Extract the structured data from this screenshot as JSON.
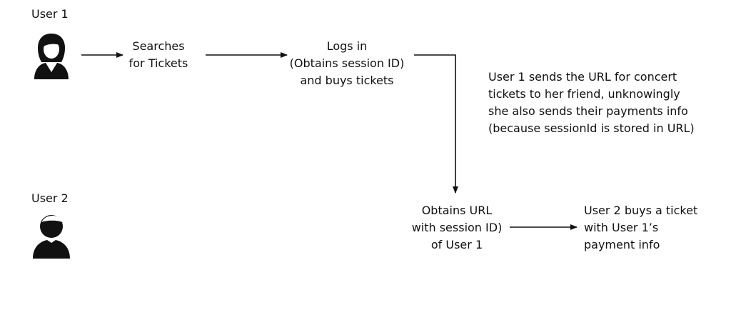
{
  "users": {
    "user1": {
      "label": "User 1",
      "icon": "female-user-icon"
    },
    "user2": {
      "label": "User 2",
      "icon": "male-user-icon"
    }
  },
  "steps": {
    "search": {
      "lines": [
        "Searches",
        "for Tickets"
      ]
    },
    "login": {
      "lines": [
        "Logs in",
        "(Obtains session ID)",
        "and buys tickets"
      ]
    },
    "obtain": {
      "lines": [
        "Obtains URL",
        "with session ID)",
        "of User 1"
      ]
    },
    "buy": {
      "lines": [
        "User 2 buys a ticket",
        "with User 1’s",
        "payment info"
      ]
    }
  },
  "note": {
    "lines": [
      "User 1 sends the URL for concert",
      "tickets to her friend, unknowingly",
      "she also sends their payments info",
      "(because sessionId is stored in URL)"
    ]
  },
  "colors": {
    "ink": "#111111",
    "background": "#ffffff"
  }
}
